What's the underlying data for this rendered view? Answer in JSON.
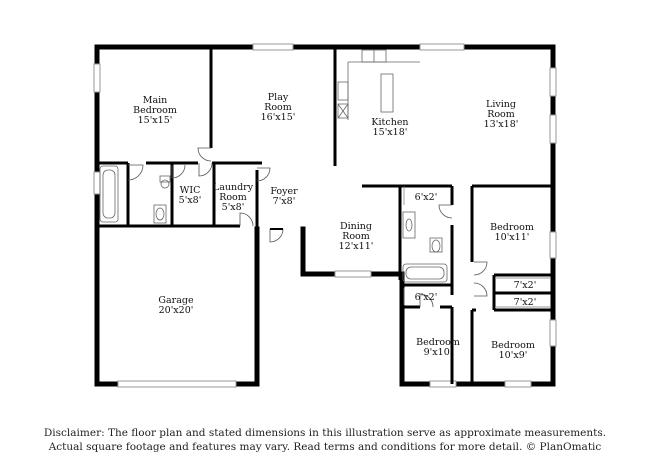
{
  "rooms": {
    "main_bedroom": {
      "name": [
        "Main",
        "Bedroom"
      ],
      "dims": "15'x15'"
    },
    "play_room": {
      "name": [
        "Play",
        "Room"
      ],
      "dims": "16'x15'"
    },
    "kitchen": {
      "name": [
        "Kitchen"
      ],
      "dims": "15'x18'"
    },
    "living_room": {
      "name": [
        "Living",
        "Room"
      ],
      "dims": "13'x18'"
    },
    "wic": {
      "name": [
        "WIC"
      ],
      "dims": "5'x8'"
    },
    "laundry_room": {
      "name": [
        "Laundry",
        "Room"
      ],
      "dims": "5'x8'"
    },
    "foyer": {
      "name": [
        "Foyer"
      ],
      "dims": "7'x8'"
    },
    "dining_room": {
      "name": [
        "Dining",
        "Room"
      ],
      "dims": "12'x11'"
    },
    "bath_upper": {
      "name": [],
      "dims": "6'x2'"
    },
    "bath_lower": {
      "name": [],
      "dims": "6'x2'"
    },
    "bedroom_right_top": {
      "name": [
        "Bedroom"
      ],
      "dims": "10'x11'"
    },
    "closet_1": {
      "name": [],
      "dims": "7'x2'"
    },
    "closet_2": {
      "name": [],
      "dims": "7'x2'"
    },
    "garage": {
      "name": [
        "Garage"
      ],
      "dims": "20'x20'"
    },
    "bedroom_bottom_mid": {
      "name": [
        "Bedroom"
      ],
      "dims": "9'x10'"
    },
    "bedroom_bottom_right": {
      "name": [
        "Bedroom"
      ],
      "dims": "10'x9'"
    }
  },
  "disclaimer": {
    "line1": "Disclaimer: The floor plan and stated dimensions in this illustration serve as approximate measurements.",
    "line2": "Actual square footage and features may vary. Read terms and conditions for more detail. © PlanOmatic"
  }
}
